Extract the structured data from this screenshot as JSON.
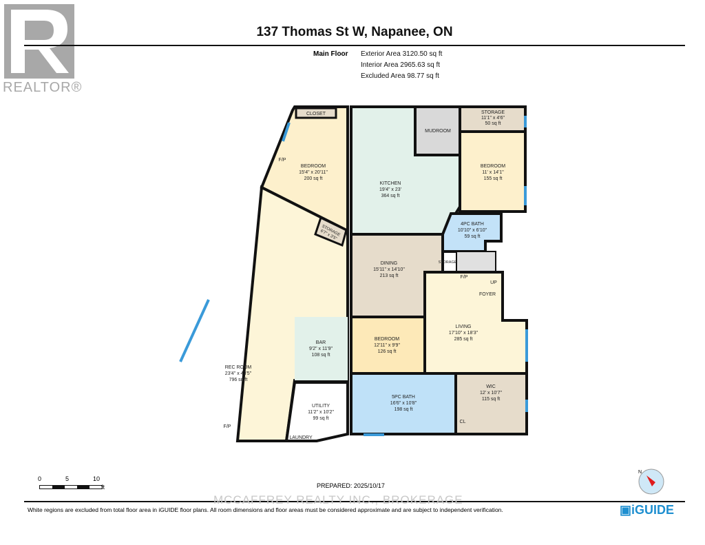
{
  "header": {
    "title": "137 Thomas St W, Napanee, ON",
    "floor": "Main Floor",
    "exterior_area": "Exterior Area 3120.50 sq ft",
    "interior_area": "Interior Area 2965.63 sq ft",
    "excluded_area": "Excluded Area 98.77 sq ft"
  },
  "logo": {
    "text": "REALTOR®"
  },
  "rooms": [
    {
      "name": "CLOSET"
    },
    {
      "name": "BEDROOM",
      "dims": "15'4\" x 20'11\"",
      "area": "200 sq ft"
    },
    {
      "name": "KITCHEN",
      "dims": "19'4\" x 23'",
      "area": "364 sq ft"
    },
    {
      "name": "MUDROOM"
    },
    {
      "name": "STORAGE",
      "dims": "11'1\" x 4'6\"",
      "area": "50 sq ft"
    },
    {
      "name": "BEDROOM",
      "dims": "11' x 14'1\"",
      "area": "155 sq ft"
    },
    {
      "name": "4PC BATH",
      "dims": "10'10\" x 6'10\"",
      "area": "59 sq ft"
    },
    {
      "name": "STORAGE",
      "dims": "6'7\" x 3'5\""
    },
    {
      "name": "DINING",
      "dims": "15'11\" x 14'10\"",
      "area": "213 sq ft"
    },
    {
      "name": "STORAGE"
    },
    {
      "name": "FOYER"
    },
    {
      "name": "LIVING",
      "dims": "17'10\" x 18'3\"",
      "area": "285 sq ft"
    },
    {
      "name": "BEDROOM",
      "dims": "12'11\" x 9'9\"",
      "area": "126 sq ft"
    },
    {
      "name": "BAR",
      "dims": "9'2\" x 11'9\"",
      "area": "108 sq ft"
    },
    {
      "name": "REC ROOM",
      "dims": "23'4\" x 43'5\"",
      "area": "796 sq ft"
    },
    {
      "name": "UTILITY",
      "dims": "11'2\" x 10'2\"",
      "area": "99 sq ft"
    },
    {
      "name": "5PC BATH",
      "dims": "16'6\" x 10'8\"",
      "area": "198 sq ft"
    },
    {
      "name": "WIC",
      "dims": "12' x 10'7\"",
      "area": "115 sq ft"
    },
    {
      "name": "CL"
    },
    {
      "name": "LAUNDRY"
    }
  ],
  "markers": {
    "fp": "F/P",
    "up": "UP"
  },
  "scale": {
    "labels": [
      "0",
      "5",
      "10"
    ],
    "unit": "ft"
  },
  "footer": {
    "prepared": "PREPARED: 2025/10/17",
    "watermark": "MCCAFFREY REALTY INC., BROKERAGE",
    "disclaimer": "White regions are excluded from total floor area in iGUIDE floor plans. All room dimensions and floor areas must be considered approximate and are subject to independent verification.",
    "brand": "iGUIDE"
  },
  "colors": {
    "wall": "#111111",
    "window": "#3a9ad9",
    "bedroom": "#fdf0cc",
    "kitchen": "#e2f1ea",
    "bath": "#c3e2f8",
    "storage": "#e6dccb",
    "mudroom": "#d9d9d9",
    "brand": "#1e8fd0"
  }
}
